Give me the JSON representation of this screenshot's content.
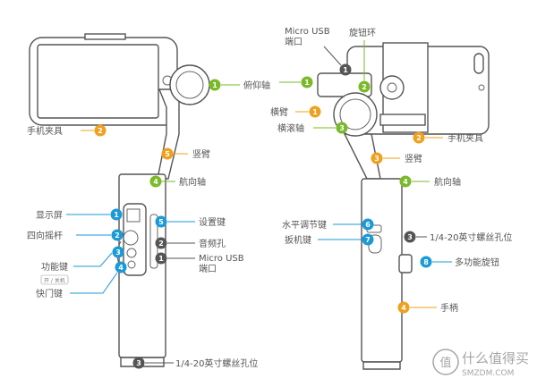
{
  "colors": {
    "green": "#7ab929",
    "orange": "#f0a01e",
    "blue": "#1b9ad6",
    "dark": "#555555"
  },
  "labels": {
    "pitch": "俯仰轴",
    "clamp": "手机夹具",
    "vertical_arm": "竖臂",
    "pan": "航向轴",
    "display": "显示屏",
    "joystick": "四向摇杆",
    "function_key": "功能键",
    "power_note": "开 / 关机",
    "shutter": "快门键",
    "settings": "设置键",
    "audio": "音频孔",
    "usb": "Micro USB",
    "port": "端口",
    "screw": "1/4-20英寸螺丝孔位",
    "knob_ring": "旋钮环",
    "cross_arm": "横臂",
    "roll": "横滚轴",
    "level_key": "水平调节键",
    "trigger": "扳机键",
    "multi_knob": "多功能旋钮",
    "handle": "手柄"
  },
  "badges": {
    "n1": "1",
    "n2": "2",
    "n3": "3",
    "n4": "4",
    "n5": "5",
    "n6": "6",
    "n7": "7",
    "n8": "8"
  },
  "watermark": {
    "text": "什么值得买",
    "url": "SMZDM.COM",
    "icon": "值"
  }
}
